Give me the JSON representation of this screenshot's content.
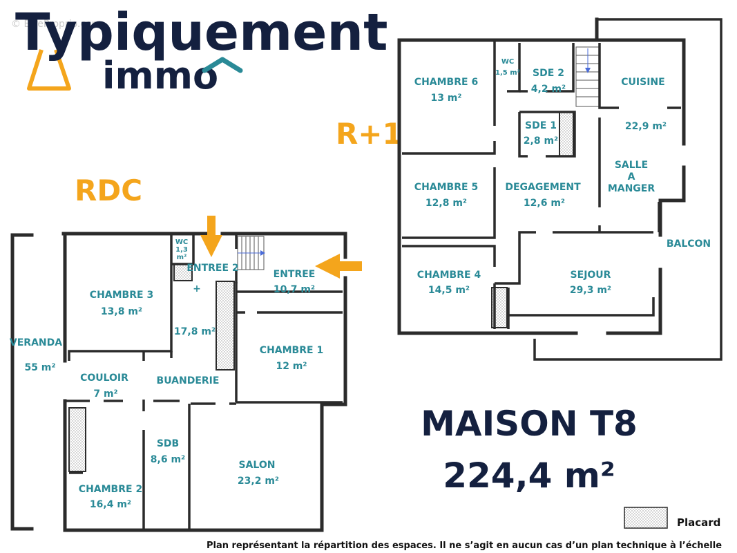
{
  "watermark": "© EtreProprio.com",
  "logo": {
    "line1": "Typiquement",
    "line2": "immo"
  },
  "brand_colors": {
    "navy": "#14203f",
    "orange": "#f4a51c",
    "teal": "#2a8a97"
  },
  "levels": {
    "ground": "RDC",
    "upper": "R+1"
  },
  "title": {
    "line1": "MAISON T8",
    "line2": "224,4 m²"
  },
  "rdc": {
    "veranda": {
      "name": "VERANDA",
      "area": "55 m²"
    },
    "chambre3": {
      "name": "CHAMBRE 3",
      "area": "13,8 m²"
    },
    "wc": {
      "name": "WC",
      "area1": "1,3",
      "area2": "m²"
    },
    "entree2": {
      "name": "ENTREE 2",
      "plus": "+",
      "area": "17,8 m²"
    },
    "entree": {
      "name": "ENTREE",
      "area": "10,7 m²"
    },
    "chambre1": {
      "name": "CHAMBRE 1",
      "area": "12 m²"
    },
    "couloir": {
      "name": "COULOIR",
      "area": "7 m²"
    },
    "buanderie": {
      "name": "BUANDERIE"
    },
    "sdb": {
      "name": "SDB",
      "area": "8,6 m²"
    },
    "salon": {
      "name": "SALON",
      "area": "23,2 m²"
    },
    "chambre2": {
      "name": "CHAMBRE 2",
      "area": "16,4 m²"
    }
  },
  "r1": {
    "chambre6": {
      "name": "CHAMBRE 6",
      "area": "13 m²"
    },
    "wc": {
      "name": "WC",
      "area": "1,5 m²"
    },
    "sde2": {
      "name": "SDE 2",
      "area": "4,2 m²"
    },
    "cuisine": {
      "name": "CUISINE",
      "area": "22,9 m²"
    },
    "sde1": {
      "name": "SDE 1",
      "area": "2,8 m²"
    },
    "chambre5": {
      "name": "CHAMBRE 5",
      "area": "12,8 m²"
    },
    "degagement": {
      "name": "DEGAGEMENT",
      "area": "12,6 m²"
    },
    "salle_a_manger": {
      "line1": "SALLE",
      "line2": "A",
      "line3": "MANGER"
    },
    "balcon": {
      "name": "BALCON"
    },
    "chambre4": {
      "name": "CHAMBRE  4",
      "area": "14,5 m²"
    },
    "sejour": {
      "name": "SEJOUR",
      "area": "29,3 m²"
    }
  },
  "legend": {
    "label": "Placard"
  },
  "disclaimer": "Plan représentant la répartition des espaces. Il ne s’agit en aucun cas d’un plan technique à l’échelle"
}
